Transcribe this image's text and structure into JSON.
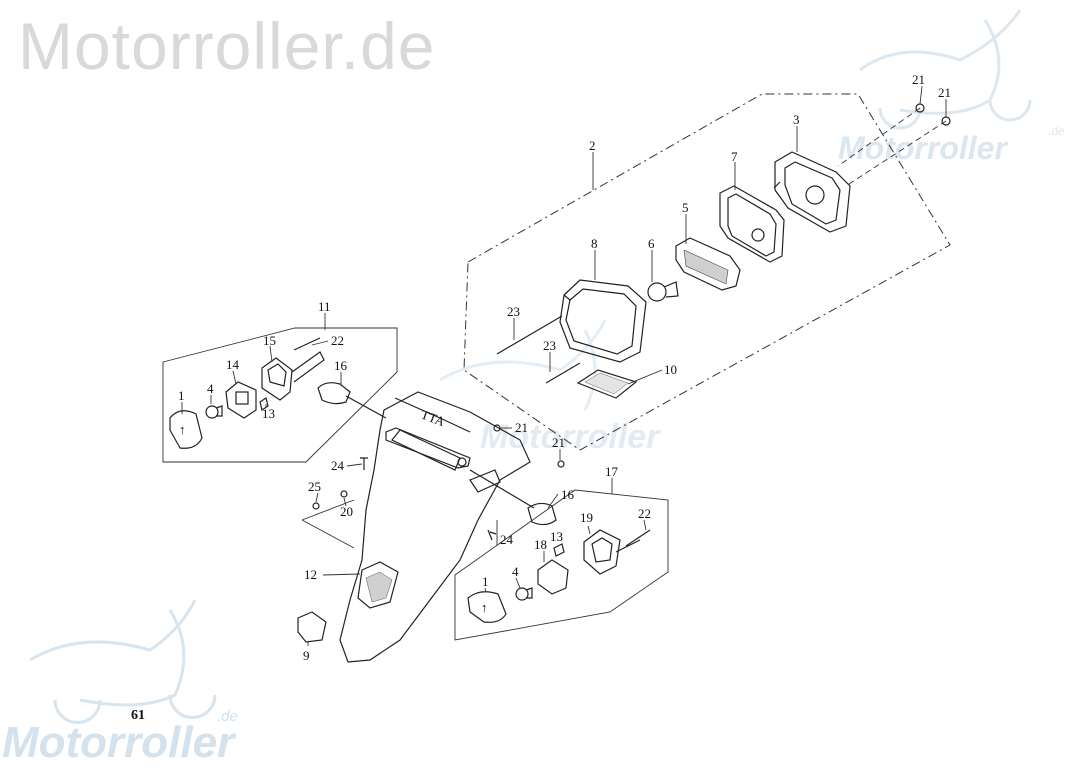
{
  "watermark": {
    "site_title": "Motorroller.de",
    "logo_word": "Motorroller",
    "logo_suffix": ".de"
  },
  "page_number": "61",
  "callouts": {
    "c1a": "1",
    "c1b": "1",
    "c2": "2",
    "c3": "3",
    "c4a": "4",
    "c4b": "4",
    "c5": "5",
    "c6": "6",
    "c7": "7",
    "c8": "8",
    "c9": "9",
    "c10": "10",
    "c11": "11",
    "c12": "12",
    "c13a": "13",
    "c13b": "13",
    "c14": "14",
    "c15": "15",
    "c16a": "16",
    "c16b": "16",
    "c17": "17",
    "c18": "18",
    "c19": "19",
    "c20": "20",
    "c21a": "21",
    "c21b": "21",
    "c21c": "21",
    "c21d": "21",
    "c22a": "22",
    "c22b": "22",
    "c23a": "23",
    "c23b": "23",
    "c24a": "24",
    "c24b": "24",
    "c25": "25"
  }
}
